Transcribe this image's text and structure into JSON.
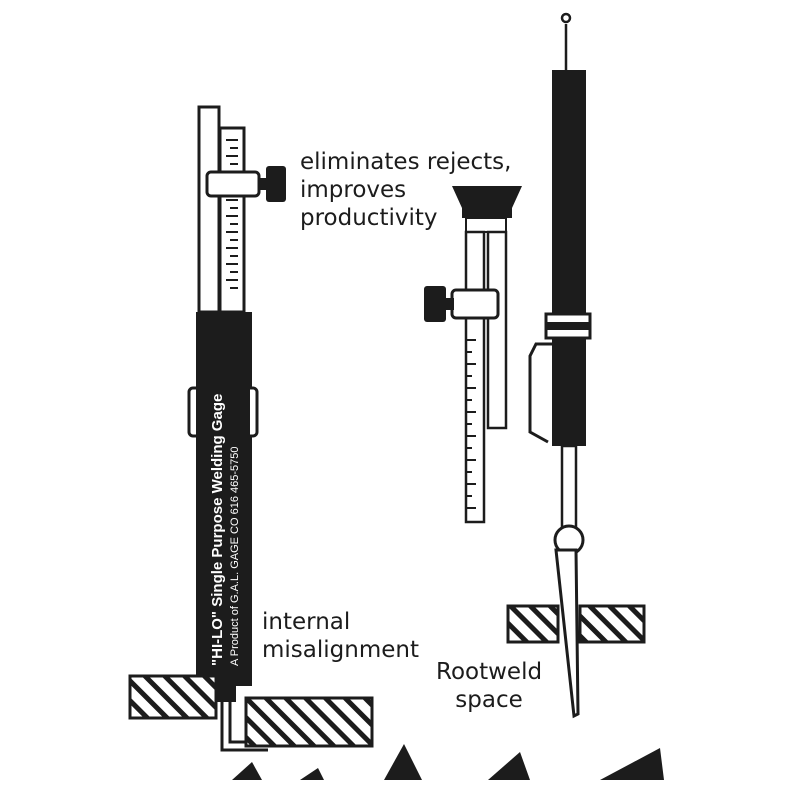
{
  "annotations": {
    "top": [
      "eliminates rejects,",
      "improves",
      "productivity"
    ],
    "internal": [
      "internal",
      "misalignment"
    ],
    "root": [
      "Rootweld",
      "space"
    ]
  },
  "gage_label": {
    "name": "\"HI-LO\"",
    "title": "Single Purpose Welding Gage",
    "maker": "A Product of G.A.L. GAGE CO 616 465-5750"
  },
  "colors": {
    "ink": "#1c1c1c",
    "paper": "#ffffff"
  },
  "icons": [
    "hi-lo-welding-gage-drawing",
    "pipe-wall-hatch",
    "rootweld-gage-drawing",
    "weld-gap-diagram"
  ]
}
